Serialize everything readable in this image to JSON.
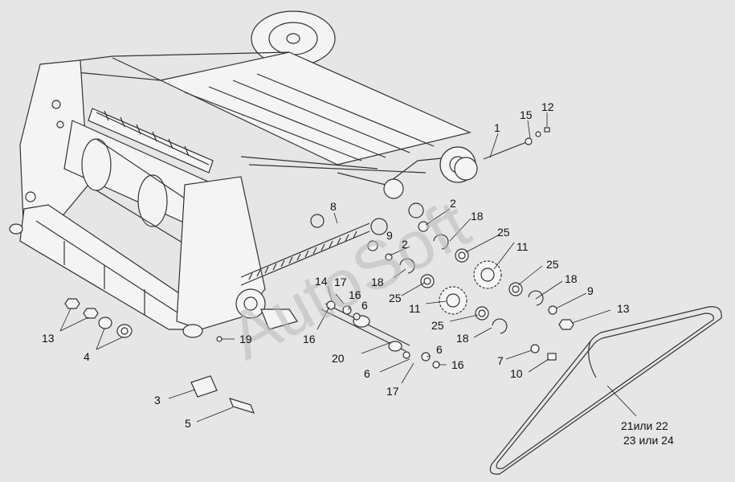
{
  "labels": {
    "l1": "1",
    "l2a": "2",
    "l2b": "2",
    "l3": "3",
    "l4": "4",
    "l5": "5",
    "l6a": "6",
    "l6b": "6",
    "l6c": "6",
    "l7": "7",
    "l8": "8",
    "l9a": "9",
    "l9b": "9",
    "l10": "10",
    "l11a": "11",
    "l11b": "11",
    "l12": "12",
    "l13a": "13",
    "l13b": "13",
    "l14": "14",
    "l15": "15",
    "l16a": "16",
    "l16b": "16",
    "l16c": "16",
    "l17a": "17",
    "l17b": "17",
    "l18a": "18",
    "l18b": "18",
    "l18c": "18",
    "l18d": "18",
    "l19": "19",
    "l20": "20",
    "l25a": "25",
    "l25b": "25",
    "l25c": "25",
    "l25d": "25",
    "belt_line1": "21или 22",
    "belt_line2": "23 или 24"
  },
  "watermark": "AutoSoft",
  "colors": {
    "background": "#e6e6e6",
    "line": "#333333",
    "watermark": "#b8b8b8"
  }
}
